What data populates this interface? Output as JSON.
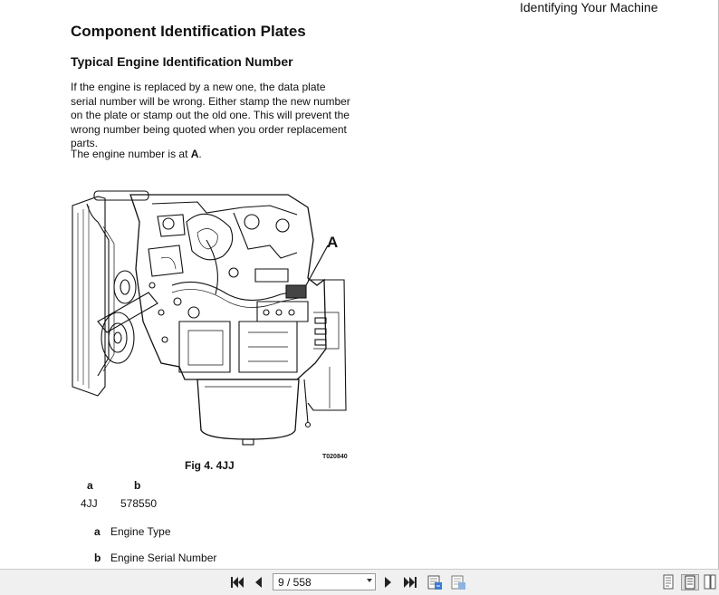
{
  "header": {
    "section": "Identifying Your Machine"
  },
  "content": {
    "title": "Component Identification Plates",
    "subtitle": "Typical Engine Identification Number",
    "paragraph": "If the engine is replaced by a new one, the data plate serial number will be wrong. Either stamp the new number on the plate or stamp out the old one. This will prevent the wrong number being quoted when you order replacement parts.",
    "engine_at_prefix": "The engine number is at ",
    "engine_at_label": "A",
    "engine_at_suffix": ".",
    "figure": {
      "callout": "A",
      "code": "T020840",
      "caption": "Fig 4. 4JJ"
    },
    "table": {
      "headers": [
        "a",
        "b"
      ],
      "row": [
        "4JJ",
        "578550"
      ]
    },
    "legend": [
      {
        "key": "a",
        "label": "Engine Type"
      },
      {
        "key": "b",
        "label": "Engine Serial Number"
      }
    ]
  },
  "toolbar": {
    "page_value": "9 / 558",
    "icons": [
      "first-page-icon",
      "prev-page-icon",
      "next-page-icon",
      "last-page-icon",
      "continuous-icon",
      "facing-icon",
      "single-page-view-icon",
      "two-page-view-icon"
    ]
  }
}
